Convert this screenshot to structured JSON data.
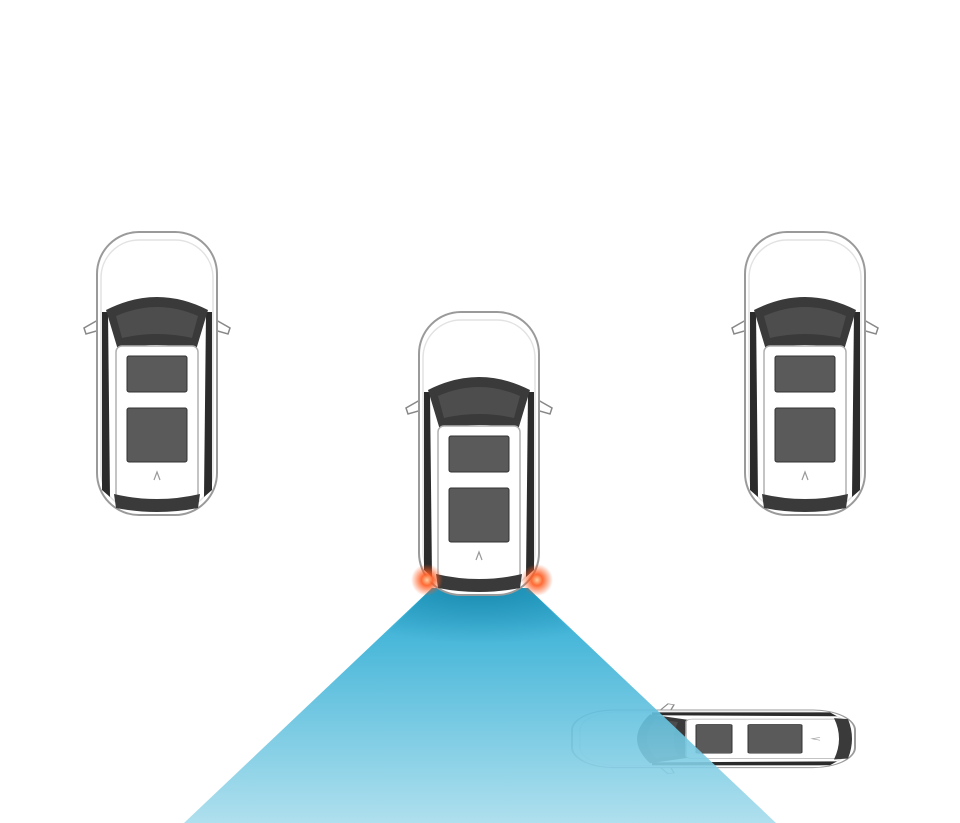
{
  "scene": {
    "cars": [
      {
        "id": "parked-left",
        "orientation": "up"
      },
      {
        "id": "reversing-car",
        "orientation": "up",
        "sensor_alert": true
      },
      {
        "id": "parked-right",
        "orientation": "up"
      },
      {
        "id": "crossing-car",
        "orientation": "left"
      }
    ],
    "colors": {
      "background": "#ffffff",
      "sensor_cone_top": "#16a3cf",
      "sensor_cone_bottom": "#a6dcec",
      "alert_glow": "#ff5a1f",
      "car_body": "#ffffff",
      "car_glass": "#3a3a3a",
      "car_sunroof": "#5a5a5a"
    }
  }
}
